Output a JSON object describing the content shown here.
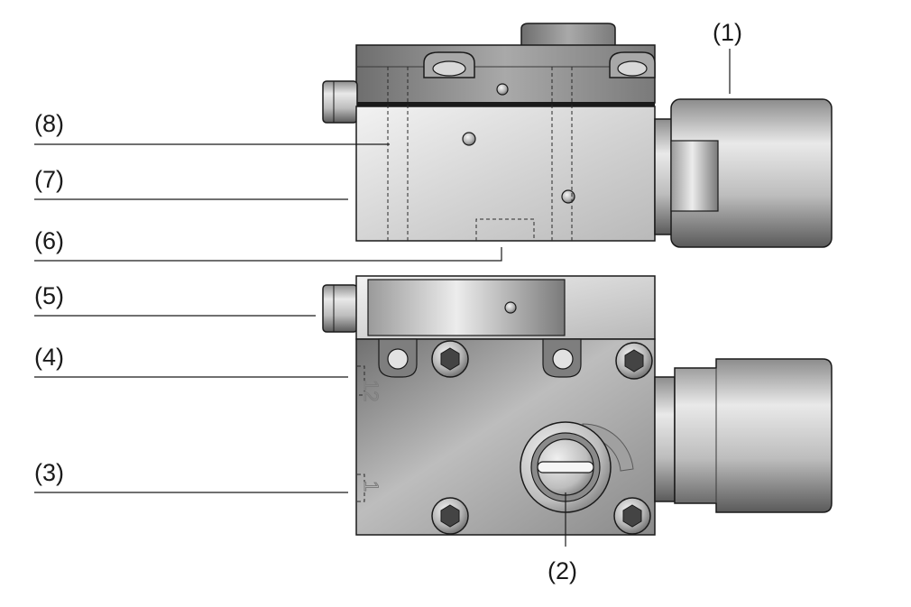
{
  "callouts": [
    {
      "id": "1",
      "label": "(1)"
    },
    {
      "id": "2",
      "label": "(2)"
    },
    {
      "id": "3",
      "label": "(3)"
    },
    {
      "id": "4",
      "label": "(4)"
    },
    {
      "id": "5",
      "label": "(5)"
    },
    {
      "id": "6",
      "label": "(6)"
    },
    {
      "id": "7",
      "label": "(7)"
    },
    {
      "id": "8",
      "label": "(8)"
    }
  ],
  "ports": {
    "port_12": "12",
    "port_1": "1"
  },
  "colors": {
    "metal_light": "#e6e6e6",
    "metal_mid": "#b0b0b0",
    "metal_dark": "#5e5e5e",
    "outline": "#1a1a1a"
  }
}
